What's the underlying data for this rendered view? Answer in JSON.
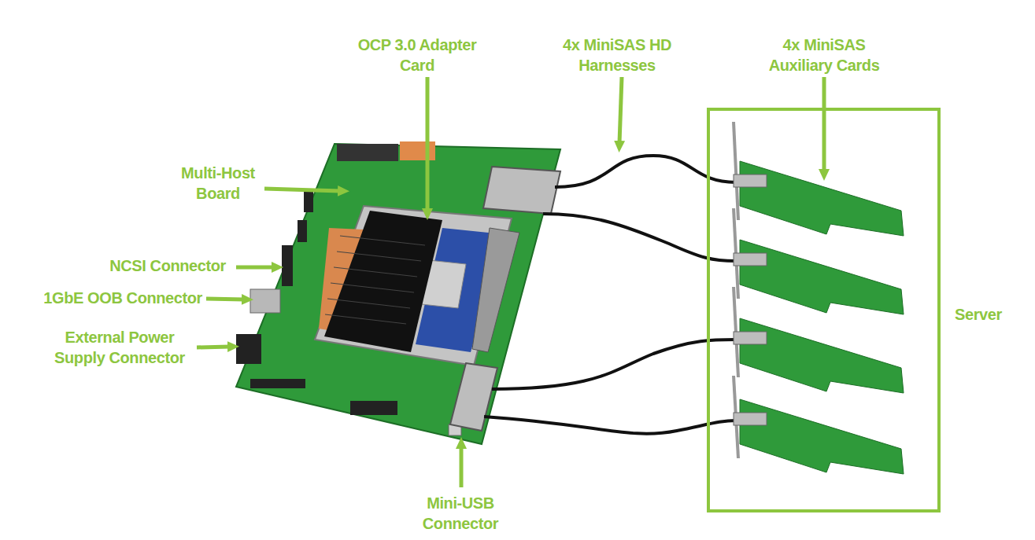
{
  "diagram": {
    "nodes": [
      {
        "text": [
          "Server"
        ]
      }
    ],
    "labels": [
      "OCP 3.0 Adapter Card",
      "4x MiniSAS HD Harnesses",
      "4x MiniSAS Auxiliary Cards",
      "Multi-Host Board",
      "NCSI Connector",
      "1GbE OOB Connector",
      "External Power Supply Connector",
      "Mini-USB Connector"
    ]
  }
}
